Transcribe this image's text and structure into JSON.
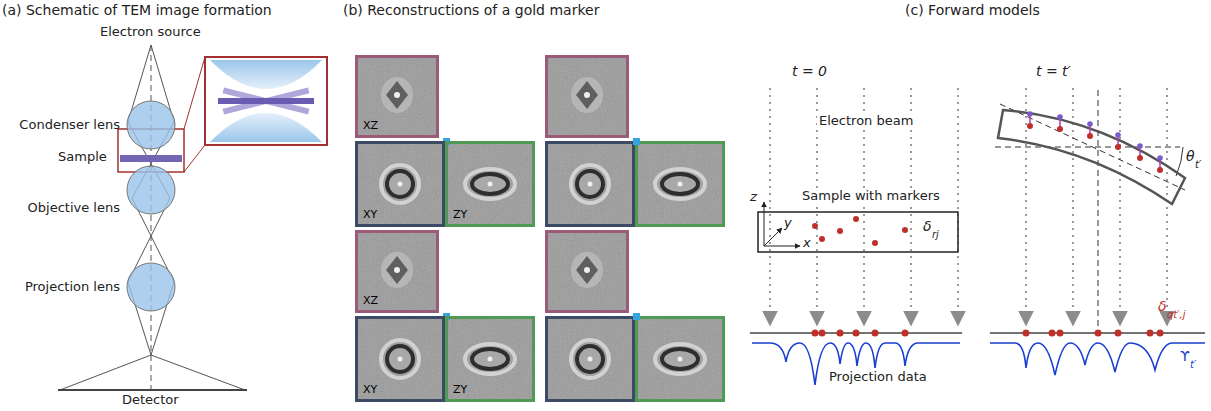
{
  "diagram": {
    "nodes": [
      {
        "text": [
          "Condenser lens"
        ]
      },
      {
        "text": [
          "Objective lens"
        ]
      },
      {
        "text": [
          "Projection lens"
        ]
      },
      {
        "text": [
          "XZ"
        ]
      },
      {
        "text": [
          "XY"
        ]
      },
      {
        "text": [
          "ZY"
        ]
      },
      {
        "text": [
          "XZ"
        ]
      },
      {
        "text": [
          "XY"
        ]
      },
      {
        "text": [
          "ZY"
        ]
      }
    ],
    "labels": [
      "(a) Schematic of TEM image formation",
      "(b) Reconstructions of a gold marker",
      "(c) Forward models",
      "Electron source",
      "Sample",
      "Detector",
      "t = 0",
      "t = t′",
      "Electron beam",
      "Sample with markers",
      "z",
      "y",
      "x",
      "δ",
      "rj",
      "Projection data",
      "θ",
      "t′",
      "δ",
      "qt′,j",
      "ϒ",
      "t′"
    ]
  }
}
